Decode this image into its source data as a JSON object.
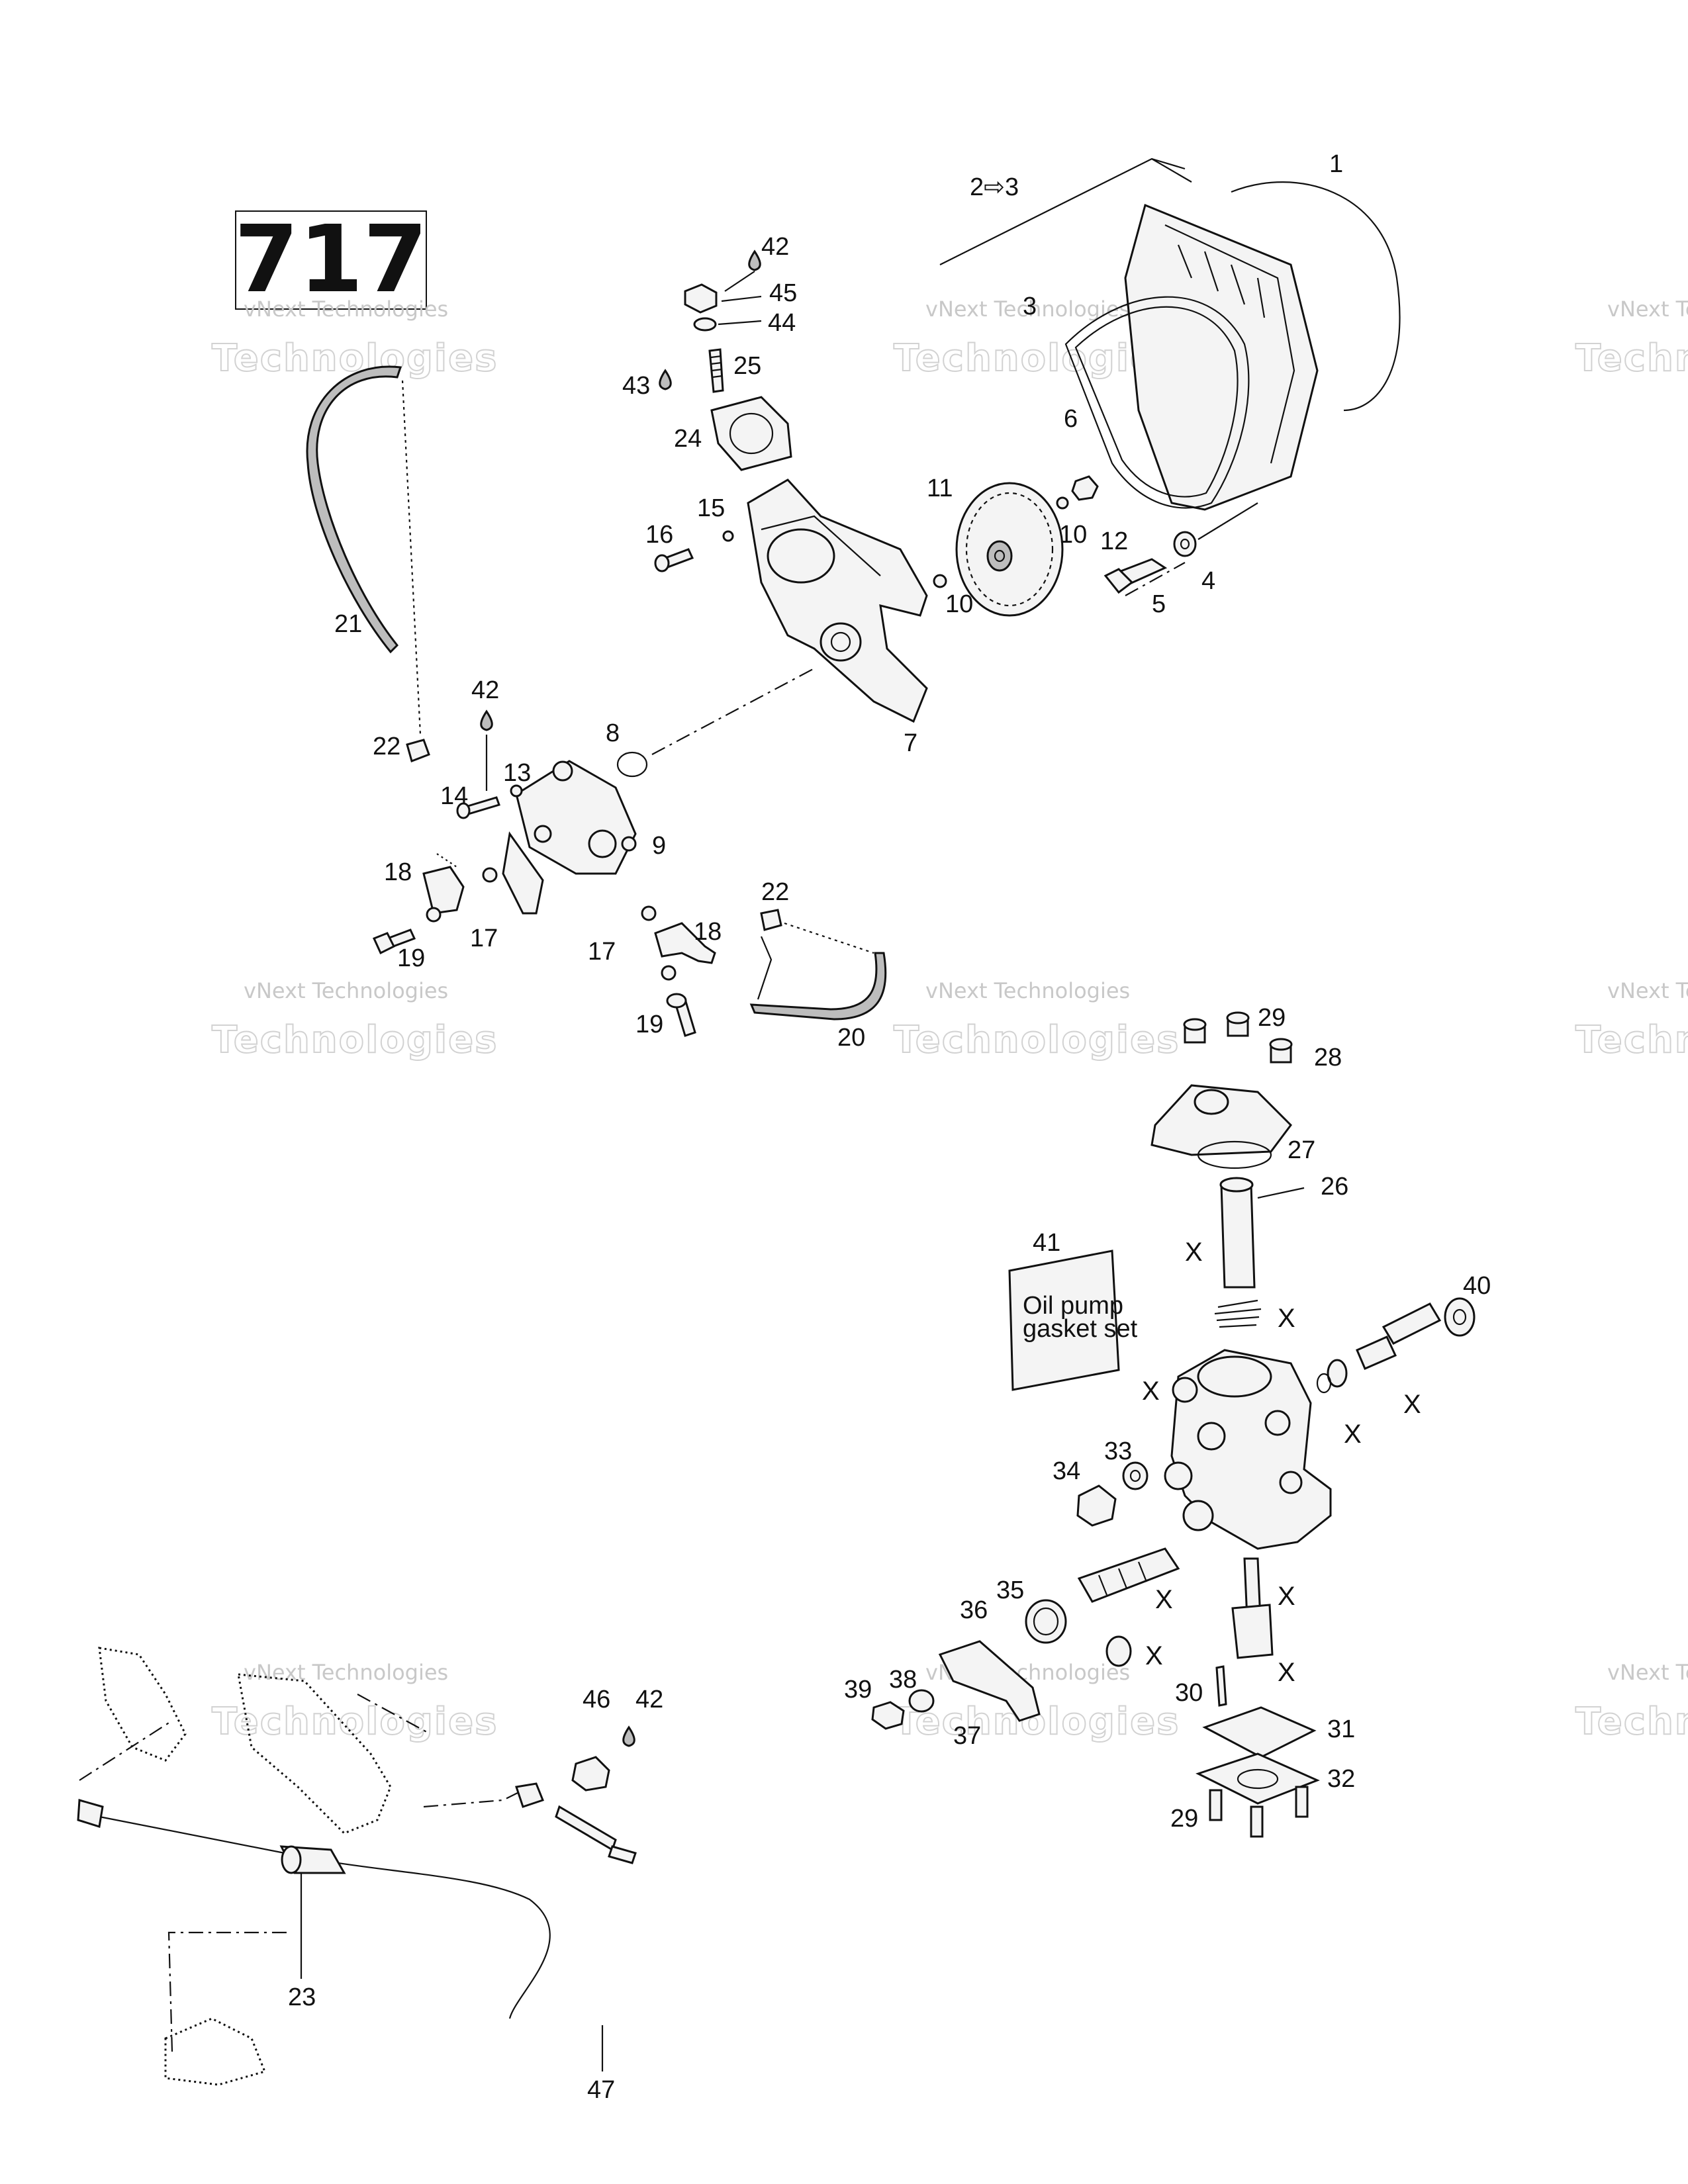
{
  "diagram": {
    "code": "717",
    "gasket_set_label": "Oil pump gasket set",
    "watermark": {
      "line1": "vNext Technologies",
      "line2": "Technologies"
    },
    "x_mark": "X",
    "labels": {
      "l1": "1",
      "l2_3": "2⇨3",
      "l3": "3",
      "l4": "4",
      "l5": "5",
      "l6": "6",
      "l7": "7",
      "l8": "8",
      "l9": "9",
      "l10a": "10",
      "l10b": "10",
      "l11": "11",
      "l12": "12",
      "l13": "13",
      "l14": "14",
      "l15": "15",
      "l16": "16",
      "l17a": "17",
      "l17b": "17",
      "l18a": "18",
      "l18b": "18",
      "l19a": "19",
      "l19b": "19",
      "l20": "20",
      "l21": "21",
      "l22a": "22",
      "l22b": "22",
      "l23": "23",
      "l24": "24",
      "l25": "25",
      "l26": "26",
      "l27": "27",
      "l28": "28",
      "l29a": "29",
      "l29b": "29",
      "l30": "30",
      "l31": "31",
      "l32": "32",
      "l33": "33",
      "l34": "34",
      "l35": "35",
      "l36": "36",
      "l37": "37",
      "l38": "38",
      "l39": "39",
      "l40": "40",
      "l41": "41",
      "l42a": "42",
      "l42b": "42",
      "l42c": "42",
      "l43": "43",
      "l44": "44",
      "l45": "45",
      "l46": "46",
      "l47": "47"
    }
  }
}
